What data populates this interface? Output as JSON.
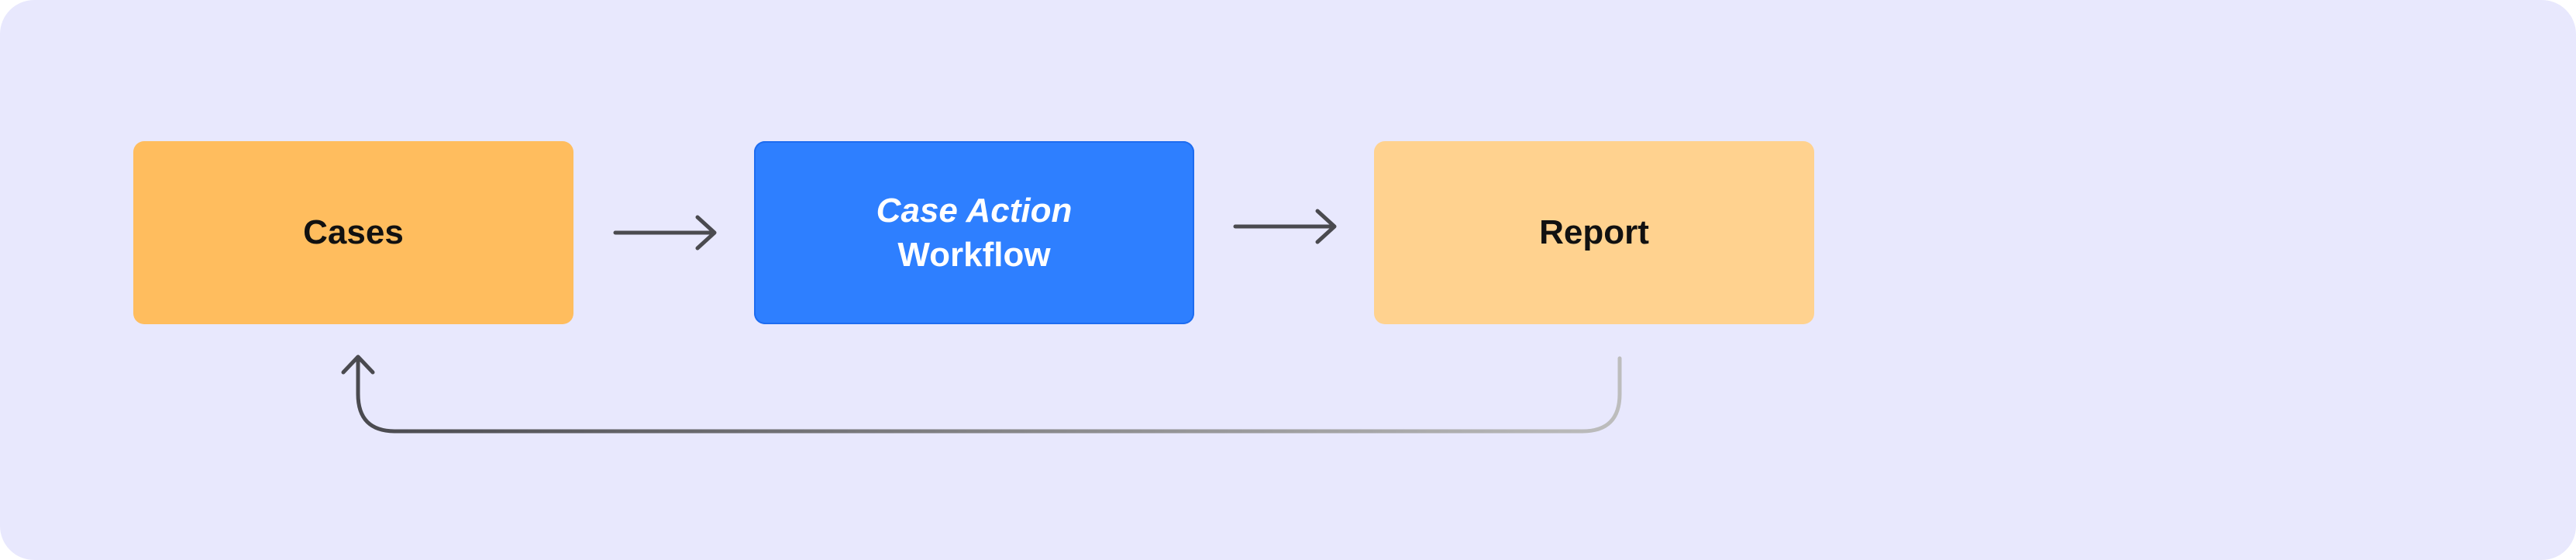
{
  "diagram": {
    "nodes": [
      {
        "id": "cases",
        "lines": [
          "Cases"
        ]
      },
      {
        "id": "case-action-workflow",
        "lines": [
          "Case Action",
          "Workflow"
        ]
      },
      {
        "id": "report",
        "lines": [
          "Report"
        ]
      }
    ],
    "edges": [
      {
        "from": "cases",
        "to": "case-action-workflow"
      },
      {
        "from": "case-action-workflow",
        "to": "report"
      },
      {
        "from": "report",
        "to": "cases"
      }
    ],
    "colors": {
      "background": "#e8e8fd",
      "cases": "#ffbd5e",
      "workflow": "#2e7fff",
      "report": "#ffd28f",
      "arrow": "#4a4a4f",
      "feedback_fade": "#bdbdbd"
    }
  }
}
